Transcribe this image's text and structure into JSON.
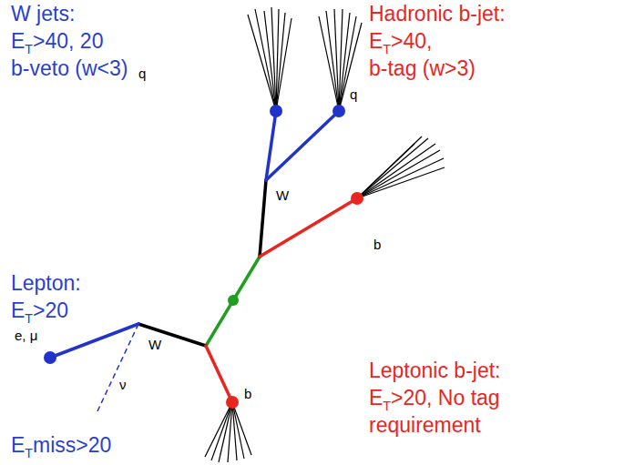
{
  "diagram": {
    "labels": [
      "W jets: ET>40, 20 b-veto (w<3)",
      "q",
      "q",
      "Hadronic b-jet: ET>40, b-tag (w>3)",
      "W",
      "b",
      "Lepton: ET>20",
      "e, μ",
      "W",
      "ν",
      "b",
      "Leptonic b-jet: ET>20, No tag requirement",
      "ETmiss>20"
    ]
  }
}
